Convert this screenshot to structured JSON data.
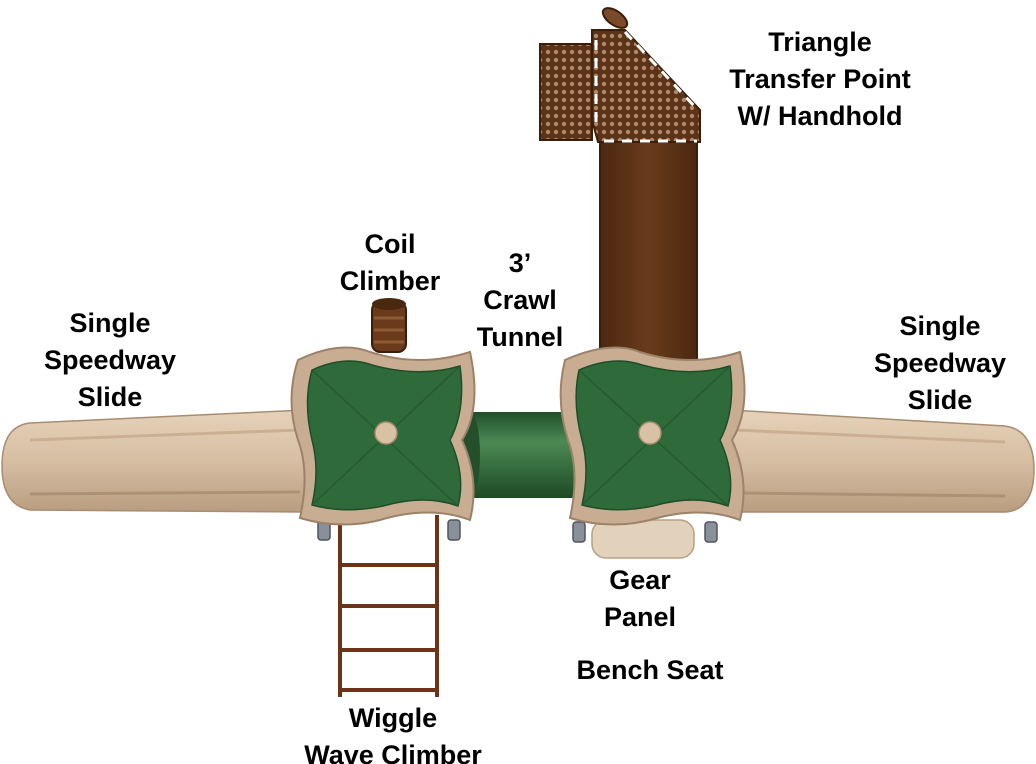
{
  "colors": {
    "roof_green": "#2f6a3a",
    "roof_trim": "#c8ad92",
    "slide_tan": "#d8c0a4",
    "deck_brown": "#5a3116",
    "tunnel_green": "#2e6b36",
    "background": "#ffffff"
  },
  "labels": {
    "triangle_transfer": [
      "Triangle",
      "Transfer Point",
      "W/ Handhold"
    ],
    "coil_climber": [
      "Coil",
      "Climber"
    ],
    "crawl_tunnel": [
      "3’",
      "Crawl",
      "Tunnel"
    ],
    "slide_left": [
      "Single",
      "Speedway",
      "Slide"
    ],
    "slide_right": [
      "Single",
      "Speedway",
      "Slide"
    ],
    "gear_panel": [
      "Gear",
      "Panel"
    ],
    "bench_seat": [
      "Bench Seat"
    ],
    "wiggle_wave": [
      "Wiggle",
      "Wave Climber"
    ]
  }
}
